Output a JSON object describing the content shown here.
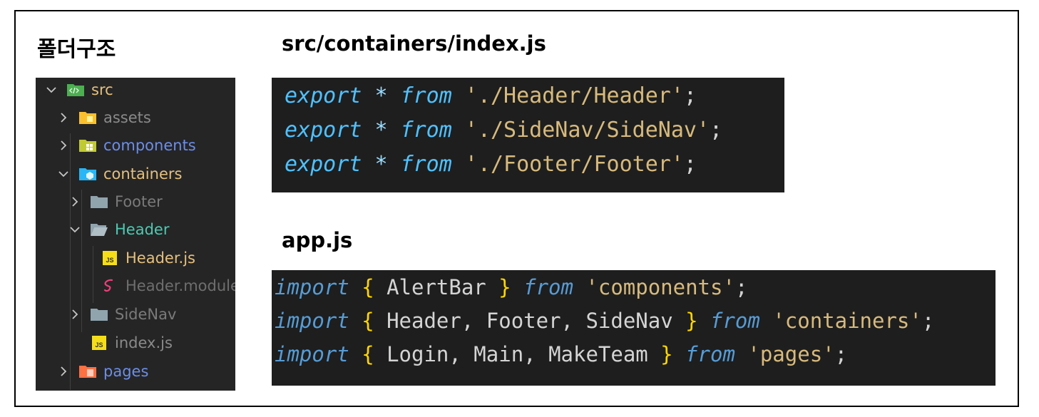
{
  "headings": {
    "tree": "폴더구조",
    "index_file": "src/containers/index.js",
    "app_file": "app.js"
  },
  "explorer": {
    "items": [
      {
        "label": "src",
        "icon": "folder-src-icon",
        "chevron": "down",
        "color": "#e5c07b"
      },
      {
        "label": "assets",
        "icon": "folder-assets-icon",
        "chevron": "right",
        "color": "#8a8a8a"
      },
      {
        "label": "components",
        "icon": "folder-components-icon",
        "chevron": "right",
        "color": "#6c8ee8"
      },
      {
        "label": "containers",
        "icon": "folder-containers-icon",
        "chevron": "down",
        "color": "#e5c07b"
      },
      {
        "label": "Footer",
        "icon": "folder-icon",
        "chevron": "right",
        "color": "#7a7a7a"
      },
      {
        "label": "Header",
        "icon": "folder-open-icon",
        "chevron": "down",
        "color": "#4ec9b0"
      },
      {
        "label": "Header.js",
        "icon": "js-file-icon",
        "chevron": "",
        "color": "#e5c07b"
      },
      {
        "label": "Header.module",
        "icon": "sass-file-icon",
        "chevron": "",
        "color": "#6e6e6e"
      },
      {
        "label": "SideNav",
        "icon": "folder-icon",
        "chevron": "right",
        "color": "#7a7a7a"
      },
      {
        "label": "index.js",
        "icon": "js-file-icon",
        "chevron": "",
        "color": "#8a8a8a"
      },
      {
        "label": "pages",
        "icon": "folder-pages-icon",
        "chevron": "right",
        "color": "#6c8ee8"
      }
    ]
  },
  "index_code": {
    "lines": [
      {
        "kw": "export",
        "star": "*",
        "from": "from",
        "path": "'./Header/Header'",
        "semi": ";"
      },
      {
        "kw": "export",
        "star": "*",
        "from": "from",
        "path": "'./SideNav/SideNav'",
        "semi": ";"
      },
      {
        "kw": "export",
        "star": "*",
        "from": "from",
        "path": "'./Footer/Footer'",
        "semi": ";"
      }
    ]
  },
  "app_code": {
    "lines": [
      {
        "kw": "import",
        "open": "{",
        "names": "AlertBar",
        "close": "}",
        "from": "from",
        "module": "'components'",
        "semi": ";"
      },
      {
        "kw": "import",
        "open": "{",
        "names": "Header, Footer, SideNav",
        "close": "}",
        "from": "from",
        "module": "'containers'",
        "semi": ";"
      },
      {
        "kw": "import",
        "open": "{",
        "names": "Login, Main, MakeTeam",
        "close": "}",
        "from": "from",
        "module": "'pages'",
        "semi": ";"
      }
    ]
  }
}
